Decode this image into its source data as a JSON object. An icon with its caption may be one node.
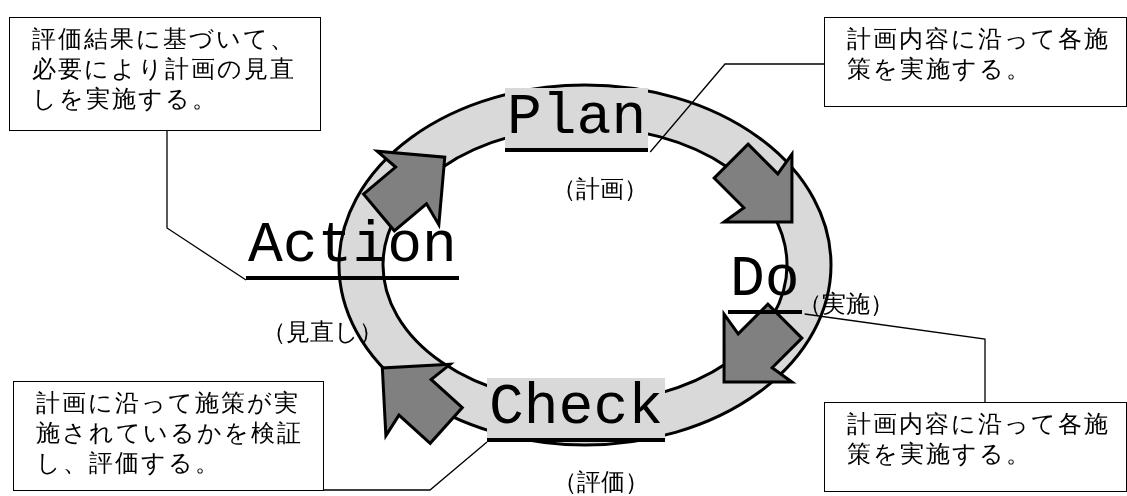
{
  "diagram": {
    "nodes": [
      {
        "text": [
          "評価結果に基づいて、必要により計画の見直しを実施する。"
        ]
      },
      {
        "text": [
          "計画内容に沿って各施策を実施する。"
        ]
      },
      {
        "text": [
          "Plan"
        ],
        "beside": [
          "（計画）"
        ]
      },
      {
        "text": [
          "Action"
        ],
        "beside": [
          "（見直し）"
        ]
      },
      {
        "text": [
          "Do"
        ],
        "beside": [
          "（実施）"
        ]
      },
      {
        "text": [
          "計画に沿って施策が実施されているかを検証し、評価する。"
        ]
      },
      {
        "text": [
          "Check"
        ],
        "beside": [
          "（評価）"
        ]
      },
      {
        "text": [
          "計画内容に沿って各施策を実施する。"
        ]
      }
    ],
    "edges": [
      {
        "from": 0,
        "to": 3,
        "arrow": "none"
      },
      {
        "from": 1,
        "to": 2,
        "arrow": "none"
      },
      {
        "from": 7,
        "to": 4,
        "arrow": "none"
      },
      {
        "from": 5,
        "to": 6,
        "arrow": "none"
      }
    ]
  }
}
